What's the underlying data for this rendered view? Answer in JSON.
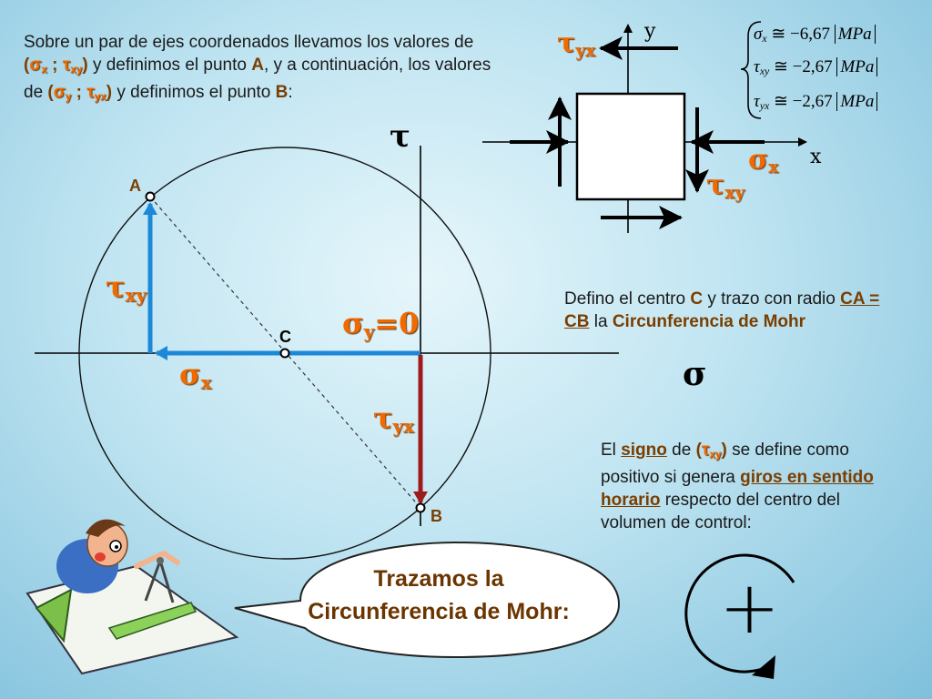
{
  "intro": {
    "p1": "Sobre un par de ejes coordenados llevamos los valores de ",
    "sigma_x": "σ",
    "sx_sub": "x",
    "semicolon": " ; ",
    "tau_xy": "τ",
    "txy_sub": "xy",
    "p2": " y definimos el punto ",
    "pointA": "A",
    "p3": ", y a continuación, los valores de ",
    "sigma_y": "σ",
    "sy_sub": "y",
    "tau_yx": "τ",
    "tyx_sub": "yx",
    "p4": " y definimos el punto ",
    "pointB": "B",
    "p5": ":"
  },
  "element": {
    "axis_y": "y",
    "axis_x": "x",
    "tau_yx_label": "τ",
    "tau_yx_sub": "yx",
    "sigma_x_label": "σ",
    "sigma_x_sub": "x",
    "tau_xy_label": "τ",
    "tau_xy_sub": "xy"
  },
  "equations": [
    {
      "sym": "σ",
      "sub": "x",
      "value": "≅ −6,67",
      "unit": "MPa"
    },
    {
      "sym": "τ",
      "sub": "xy",
      "value": "≅ −2,67",
      "unit": "MPa"
    },
    {
      "sym": "τ",
      "sub": "yx",
      "value": "≅ −2,67",
      "unit": "MPa"
    }
  ],
  "mohr": {
    "tau_axis": "τ",
    "sigma_axis": "σ",
    "point_a": "A",
    "point_b": "B",
    "point_c": "C",
    "txy_label": "τ",
    "txy_sub": "xy",
    "sx_label": "σ",
    "sx_sub": "x",
    "sy_label": "σ",
    "sy_sub": "y",
    "sy_value": "=0",
    "tyx_label": "τ",
    "tyx_sub": "yx"
  },
  "center_note": {
    "p1": "Defino el centro ",
    "c": "C",
    "p2": " y trazo con radio ",
    "ca_c": "C",
    "ca_a": "A",
    "eq": " = ",
    "cb_c": "C",
    "cb_b": "B",
    "p3": " la ",
    "circ": "Circunferencia de Mohr"
  },
  "sign_note": {
    "p1": "El ",
    "signo": "signo",
    "p2": " de ",
    "paren_open": "(",
    "tau": "τ",
    "tau_sub": "xy",
    "paren_close": ")",
    "p3": " se define como positivo si genera ",
    "giros": "giros en sentido horario",
    "p4": " respecto del centro del volumen de control:"
  },
  "bubble": {
    "line1": "Trazamos la",
    "line2": "Circunferencia de Mohr:"
  },
  "plus_symbol": "+",
  "colors": {
    "blue_arrow": "#1e88d8",
    "red_arrow": "#9e1b1b",
    "orange": "#f06a00",
    "brown": "#7a3e00"
  }
}
